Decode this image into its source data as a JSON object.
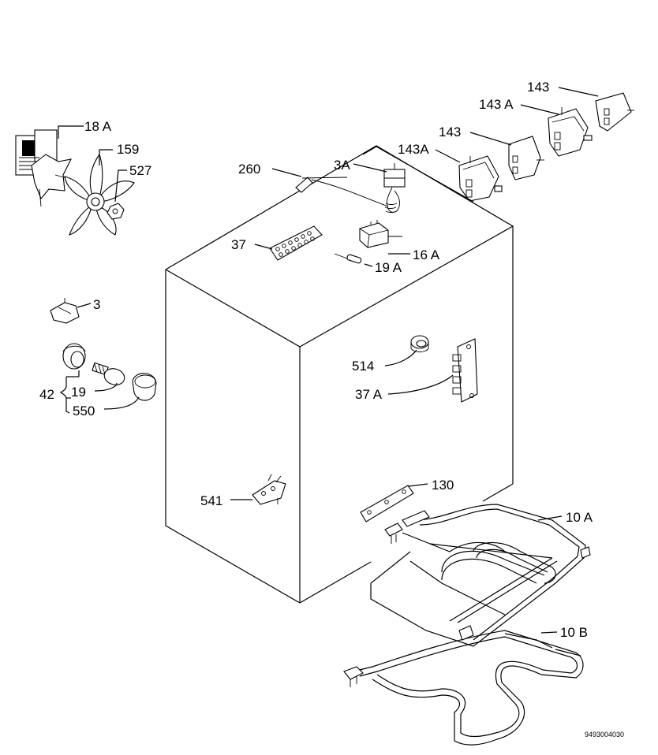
{
  "labels": {
    "l143a": "143",
    "l143b": "143 A",
    "l143c": "143",
    "l143d": "143A",
    "l3A": "3A",
    "l260": "260",
    "l18A": "18 A",
    "l159": "159",
    "l527": "527",
    "l37": "37",
    "l16A": "16 A",
    "l19A": "19 A",
    "l3": "3",
    "l514": "514",
    "l37A": "37 A",
    "l42": "42",
    "l19": "19",
    "l550": "550",
    "l541": "541",
    "l130": "130",
    "l10A": "10 A",
    "l10B": "10 B"
  },
  "drawing_code": "9493004030"
}
